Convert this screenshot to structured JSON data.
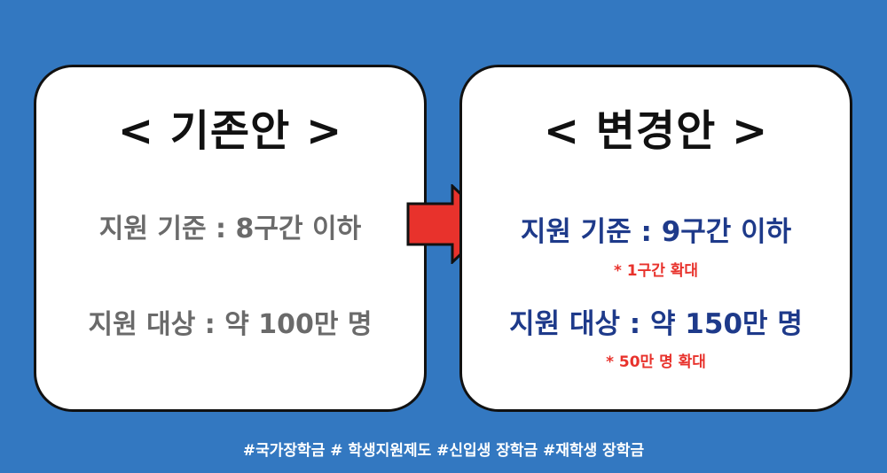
{
  "left_card": {
    "title": "< 기존안 >",
    "line1": "지원 기준 : 8구간 이하",
    "line2": "지원 대상 : 약 100만 명"
  },
  "right_card": {
    "title": "< 변경안 >",
    "line1": "지원 기준 : 9구간 이하",
    "note1": "* 1구간 확대",
    "line2": "지원 대상 : 약 150만 명",
    "note2": "* 50만 명 확대"
  },
  "hashtags": "#국가장학금 # 학생지원제도 #신입생 장학금  #재학생 장학금",
  "colors": {
    "background": "#3378c1",
    "arrow_fill": "#e8322c",
    "old_text": "#6a6a6a",
    "new_text": "#1e3a8a",
    "note_text": "#e8322c"
  },
  "icons": {
    "arrow": "right-arrow-icon"
  }
}
